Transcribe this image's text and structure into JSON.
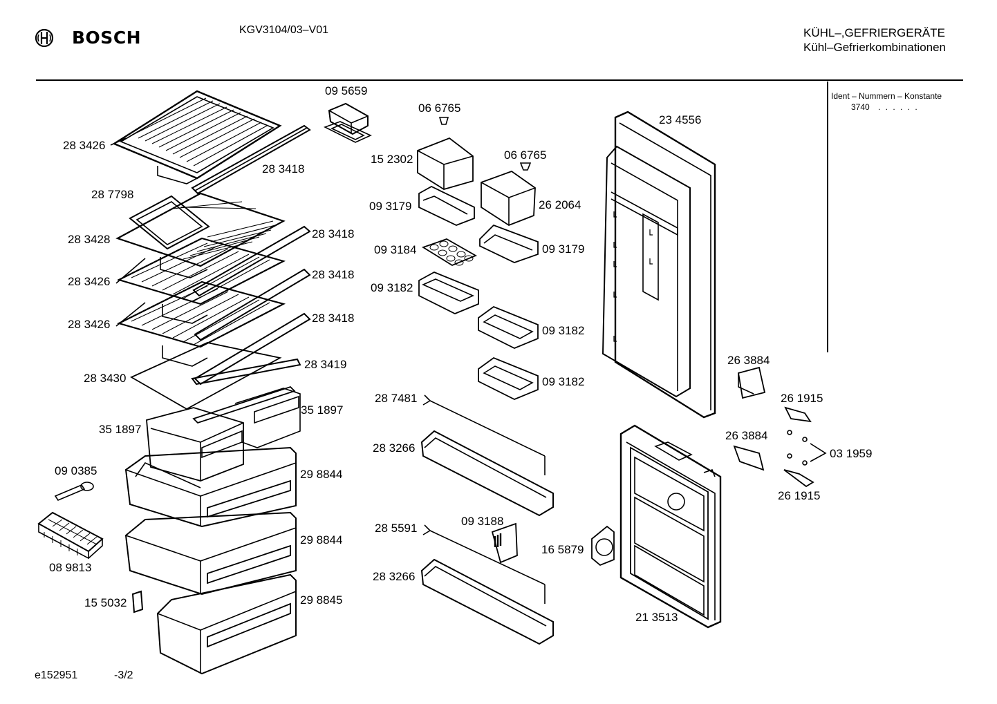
{
  "header": {
    "brand": "BOSCH",
    "model": "KGV3104/03–V01",
    "category_line1": "KÜHL–,GEFRIERGERÄTE",
    "category_line2": "Kühl–Gefrierkombinationen"
  },
  "ident_box": {
    "title": "Ident – Nummern – Konstante",
    "value": "3740",
    "dots": ". .   . . . ."
  },
  "footer": {
    "drawing_no": "e152951",
    "page": "-3/2"
  },
  "parts": {
    "p095659": "09 5659",
    "p066765a": "06 6765",
    "p066765b": "06 6765",
    "p234556": "23 4556",
    "p283426a": "28 3426",
    "p283418a": "28 3418",
    "p152302": "15 2302",
    "p262064": "26 2064",
    "p287798": "28 7798",
    "p093179a": "09 3179",
    "p283428": "28 3428",
    "p283418b": "28 3418",
    "p093184": "09 3184",
    "p093179b": "09 3179",
    "p283426b": "28 3426",
    "p283418c": "28 3418",
    "p093182a": "09 3182",
    "p283426c": "28 3426",
    "p283418d": "28 3418",
    "p093182b": "09 3182",
    "p263884a": "26 3884",
    "p283430": "28 3430",
    "p283419": "28 3419",
    "p093182c": "09 3182",
    "p287481": "28 7481",
    "p261915a": "26 1915",
    "p351897a": "35 1897",
    "p351897b": "35 1897",
    "p263884b": "26 3884",
    "p283266a": "28 3266",
    "p031959": "03 1959",
    "p090385": "09 0385",
    "p298844a": "29 8844",
    "p261915b": "26 1915",
    "p093188": "09 3188",
    "p285591": "28 5591",
    "p298844b": "29 8844",
    "p165879": "16 5879",
    "p089813": "08 9813",
    "p283266b": "28 3266",
    "p155032": "15 5032",
    "p298845": "29 8845",
    "p213513": "21 3513"
  }
}
